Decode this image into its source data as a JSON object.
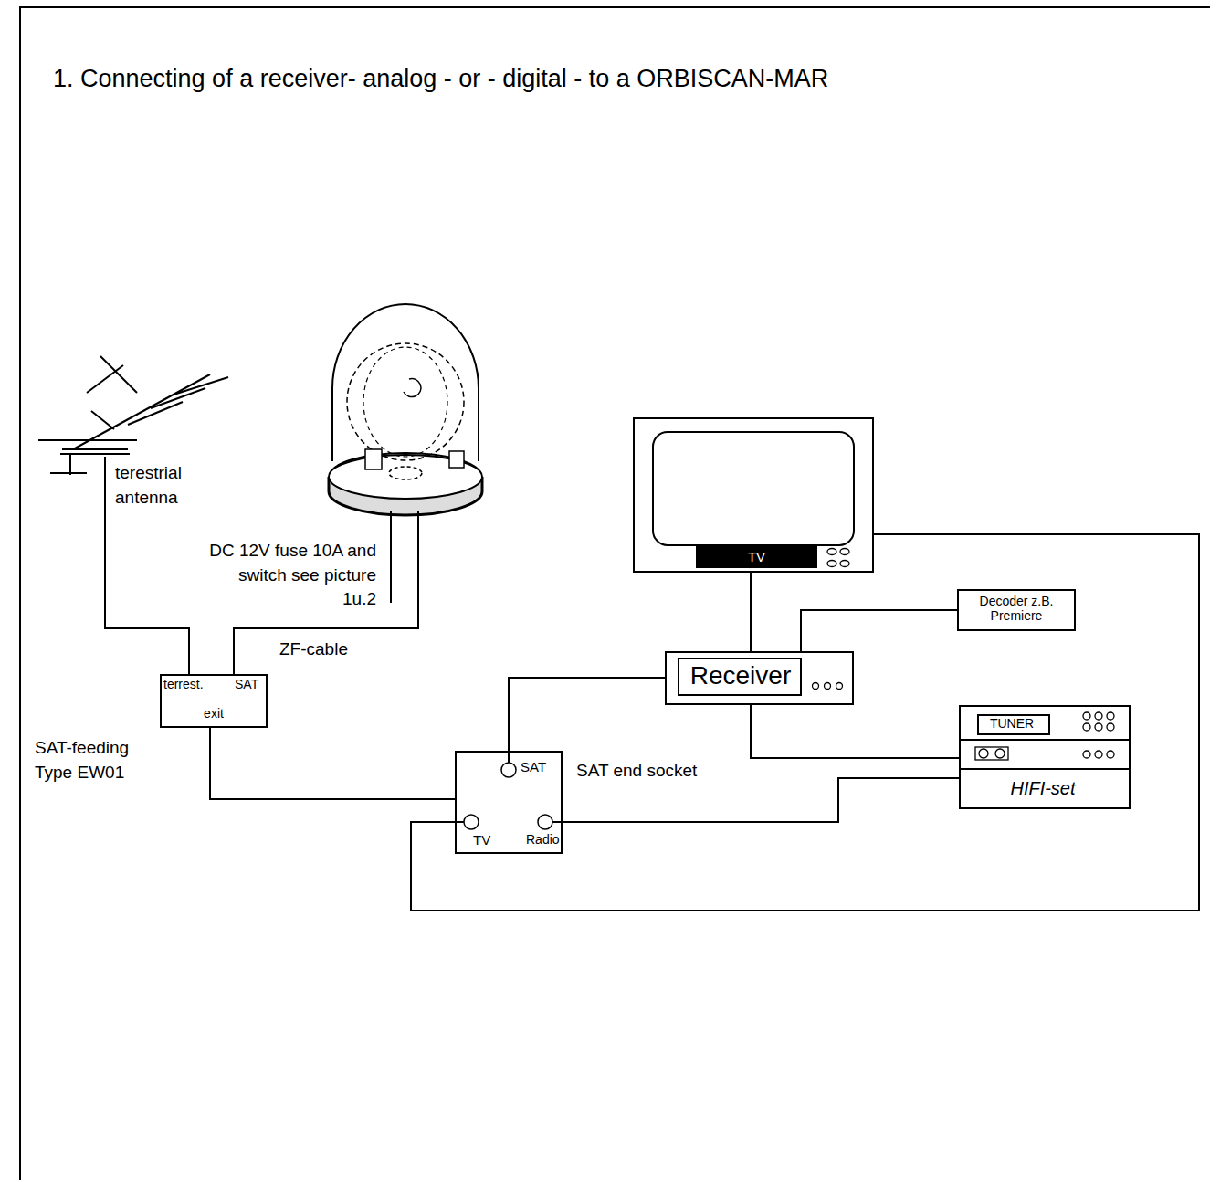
{
  "diagram": {
    "title": "1. Connecting of a receiver- analog - or - digital - to a ORBISCAN-MAR",
    "nodes": [
      {
        "text": [
          "TV"
        ]
      },
      {
        "text": [
          "Decoder z.B. Premiere"
        ]
      },
      {
        "text": [
          "Receiver"
        ]
      },
      {
        "text": [
          "terrest.",
          "SAT",
          "exit"
        ]
      },
      {
        "text": [
          "SAT",
          "TV",
          "Radio"
        ]
      },
      {
        "text": [
          "HIFI-set"
        ]
      },
      {
        "text": [
          "TUNER"
        ],
        "in": 5
      }
    ],
    "edges": [
      {
        "from": 3,
        "to": 4,
        "arrow": "none"
      },
      {
        "from": 4,
        "to": 2,
        "arrow": "none"
      },
      {
        "from": 2,
        "to": 0,
        "arrow": "none"
      },
      {
        "from": 1,
        "to": 2,
        "arrow": "none"
      },
      {
        "from": 2,
        "to": 5,
        "arrow": "none"
      },
      {
        "from": 4,
        "to": 5,
        "arrow": "none"
      },
      {
        "from": 4,
        "to": 0,
        "arrow": "none"
      }
    ],
    "labels": [
      "terestrial antenna",
      "DC 12V fuse 10A and switch see picture 1u.2",
      "ZF-cable",
      "SAT-feeding Type EW01",
      "SAT end socket"
    ]
  }
}
